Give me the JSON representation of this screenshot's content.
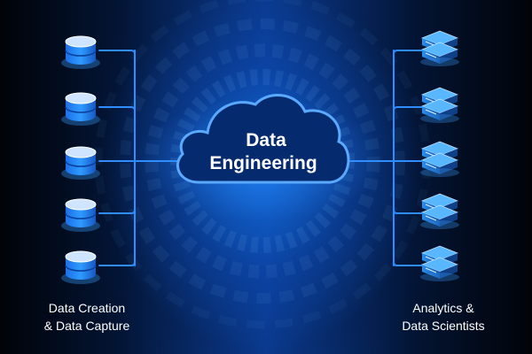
{
  "title": {
    "line1": "Data",
    "line2": "Engineering"
  },
  "left_caption": {
    "line1": "Data Creation",
    "line2": "& Data Capture"
  },
  "right_caption": {
    "line1": "Analytics &",
    "line2": "Data Scientists"
  },
  "icons": {
    "left": "database-icon",
    "right": "server-icon"
  },
  "colors": {
    "line": "#2f8dff",
    "cloud_fill": "#062a6e",
    "cloud_stroke": "#5aa9ff",
    "text": "#ffffff",
    "database_top": "#cfe4ff",
    "server_top": "#59b7ff"
  }
}
